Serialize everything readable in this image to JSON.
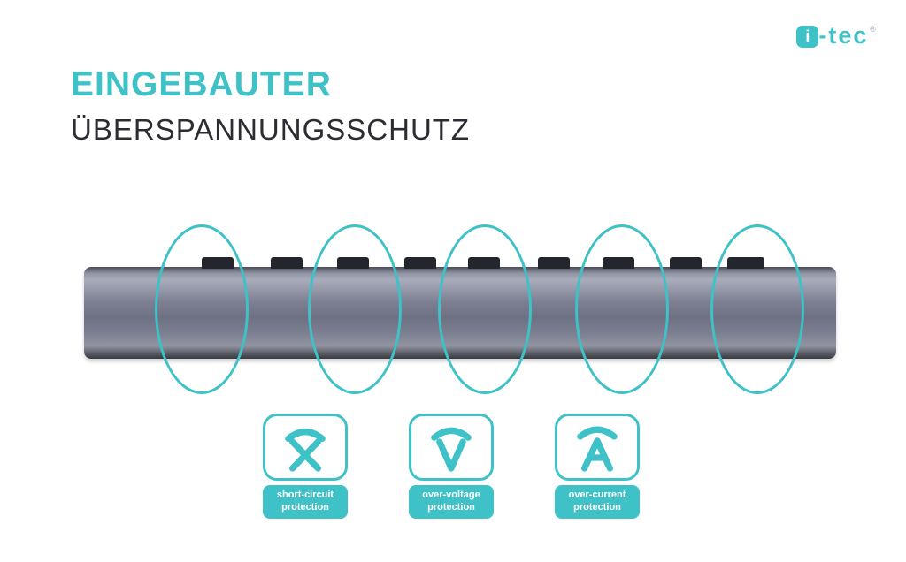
{
  "brand": {
    "i": "i",
    "rest": "-tec",
    "registered": "®"
  },
  "heading": {
    "line1": "EINGEBAUTER",
    "line2": "ÜBERSPANNUNGSSCHUTZ"
  },
  "colors": {
    "accent_teal": "#3ec1c7",
    "heading_dark": "#2c2c34",
    "bar_metal_mid": "#6e7184",
    "port_dark": "#24262e"
  },
  "device": {
    "description": "aluminium hub side view with five teal coil rings",
    "coil_count": 5,
    "port_tab_count": 9
  },
  "features": [
    {
      "id": "short-circuit",
      "label_line1": "short-circuit",
      "label_line2": "protection"
    },
    {
      "id": "over-voltage",
      "label_line1": "over-voltage",
      "label_line2": "protection"
    },
    {
      "id": "over-current",
      "label_line1": "over-current",
      "label_line2": "protection"
    }
  ]
}
